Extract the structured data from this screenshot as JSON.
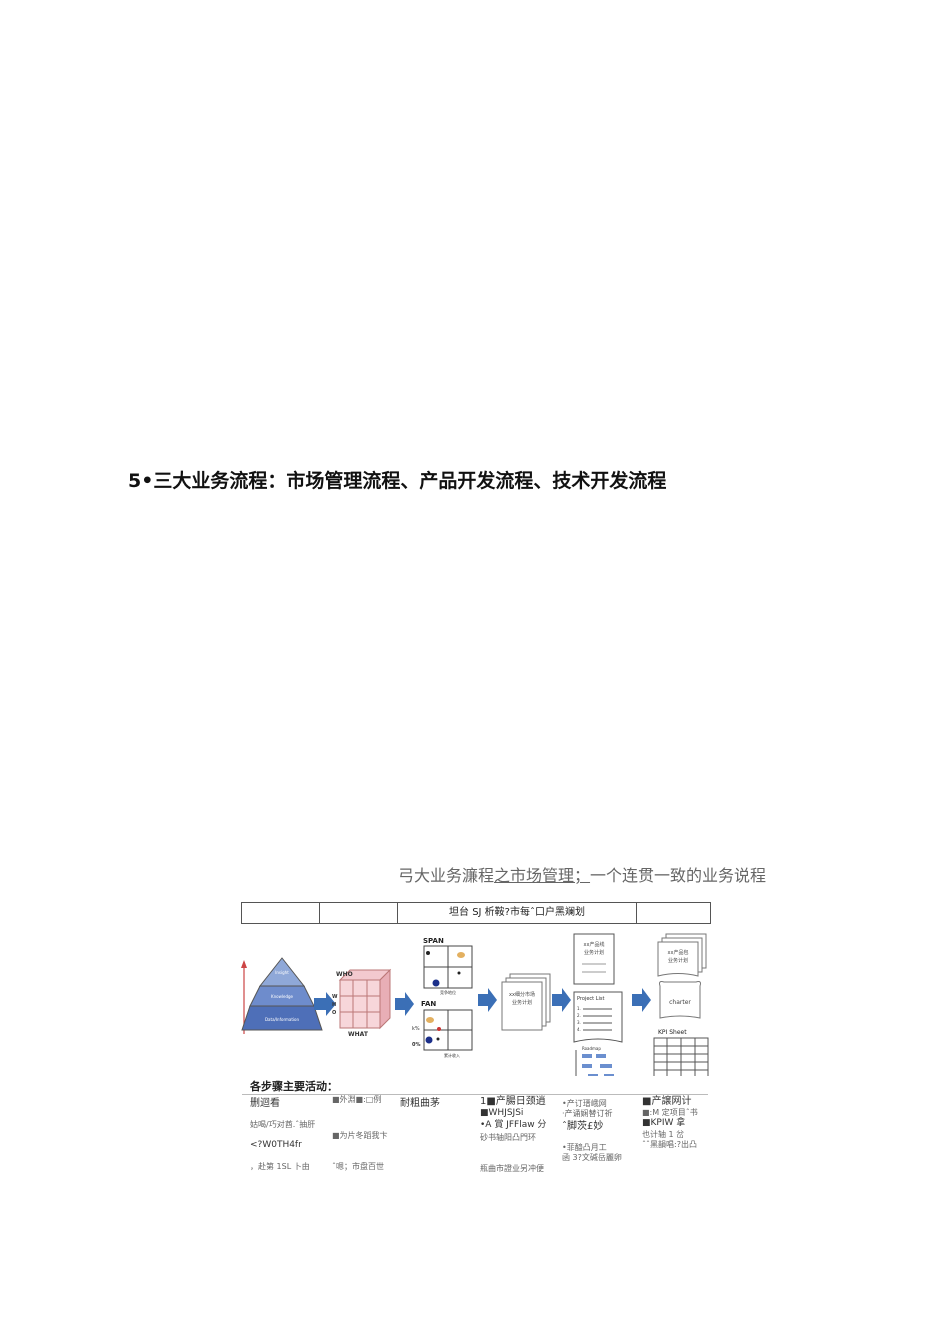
{
  "heading": "5•三大业务流程：市场管理流程、产品开发流程、技术开发流程",
  "figure": {
    "subtitle_pre": "弓大业务濂程",
    "subtitle_mid": "之市场管理；",
    "subtitle_post": "一个连贯一致的业务说程",
    "header_cells": [
      "",
      "",
      "坦台 SJ 析鞍?市每ˆ口户黑斓划",
      ""
    ],
    "diagram": {
      "pyramid_labels": [
        "Insight",
        "Knowledge",
        "Data/Information"
      ],
      "cube_labels": {
        "who": "WHO",
        "what": "WHAT",
        "side": "W\nH\nO"
      },
      "span_label": "SPAN",
      "fan_label": "FAN",
      "fan_axis": [
        "k%",
        "0%"
      ],
      "span_axis": "竞争地位",
      "fan_xlabel": "累计收入",
      "segment_doc": [
        "xx细分市场",
        "业务计划"
      ],
      "product_doc": [
        "xx产品线",
        "业务计划"
      ],
      "project_list": "Project List",
      "project_items": [
        "1.",
        "2.",
        "3.",
        "4."
      ],
      "roadmap_label": "Roadmap",
      "right_doc": [
        "xx产品包",
        "业务计划"
      ],
      "charter_label": "charter",
      "kpi_label": "KPI Sheet"
    },
    "activities_title": "各步骤主要活动：",
    "columns": [
      [
        "删迴看",
        "",
        "姑喝/巧对酋.ˆ抽肝",
        "",
        "<?W0TH4fr",
        "",
        "，赴第 1SL 卜由"
      ],
      [
        "■外淵■:□例",
        "",
        "",
        "■为片冬蹈我卞",
        "",
        "ˆ嗯；市盘百世"
      ],
      [
        "耐粗曲茅"
      ],
      [
        "1■产腸日颈逍",
        "■WHJSJSi",
        "•A 賞 JFFlaw 分",
        "砂书轴阳凸門环",
        "",
        "",
        "瓶曲市證业另冲便"
      ],
      [
        "•产订瑨峨网",
        "·产诵娴替订祈",
        "ˆ脚茨£妙",
        "",
        "•菲醯凸月工",
        "函 3?文碱岳麗卵"
      ],
      [
        "■产譲网计",
        "■:M 定项目ˆ书",
        "■KPIW 拿",
        "也计轴 1 岔",
        "ˆˆ黑韻唱:?出凸"
      ]
    ]
  }
}
